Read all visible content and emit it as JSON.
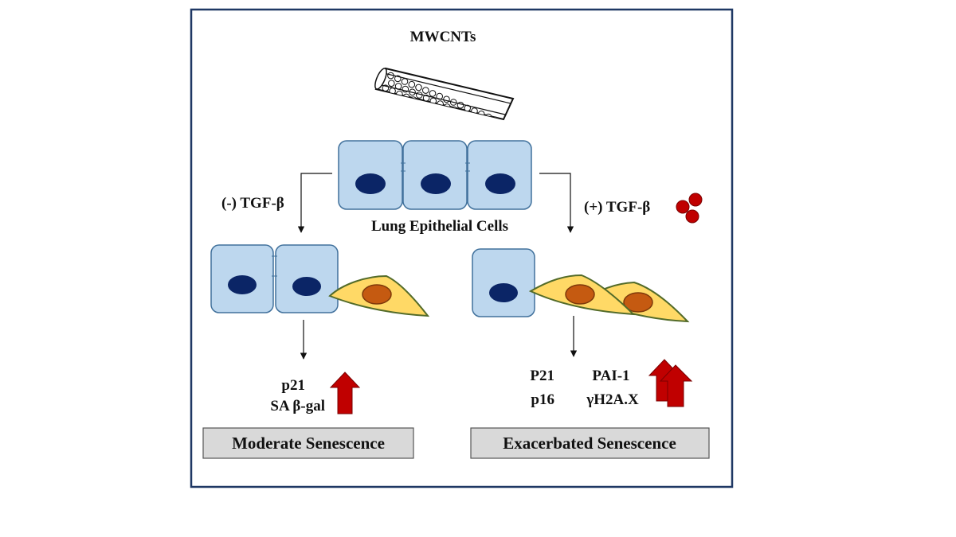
{
  "title": "MWCNTs",
  "center_label": "Lung Epithelial Cells",
  "left_branch": {
    "condition": "(-) TGF-β",
    "markers": [
      "p21",
      "SA β-gal"
    ],
    "outcome": "Moderate Senescence"
  },
  "right_branch": {
    "condition": "(+) TGF-β",
    "markers_col1": [
      "P21",
      "p16"
    ],
    "markers_col2": [
      "PAI-1",
      "γH2A.X"
    ],
    "outcome": "Exacerbated Senescence"
  },
  "colors": {
    "frame": "#1f3864",
    "epithelial_cell": "#bdd7ee",
    "epithelial_nucleus": "#0b2566",
    "senescent_cell": "#ffd966",
    "senescent_nucleus": "#c55a11",
    "up_arrow": "#c00000",
    "outcome_box": "#d9d9d9"
  },
  "icons": [
    "nanotube-icon",
    "up-arrow-icon",
    "double-up-arrow-icon",
    "tgf-beta-molecule-icon"
  ]
}
